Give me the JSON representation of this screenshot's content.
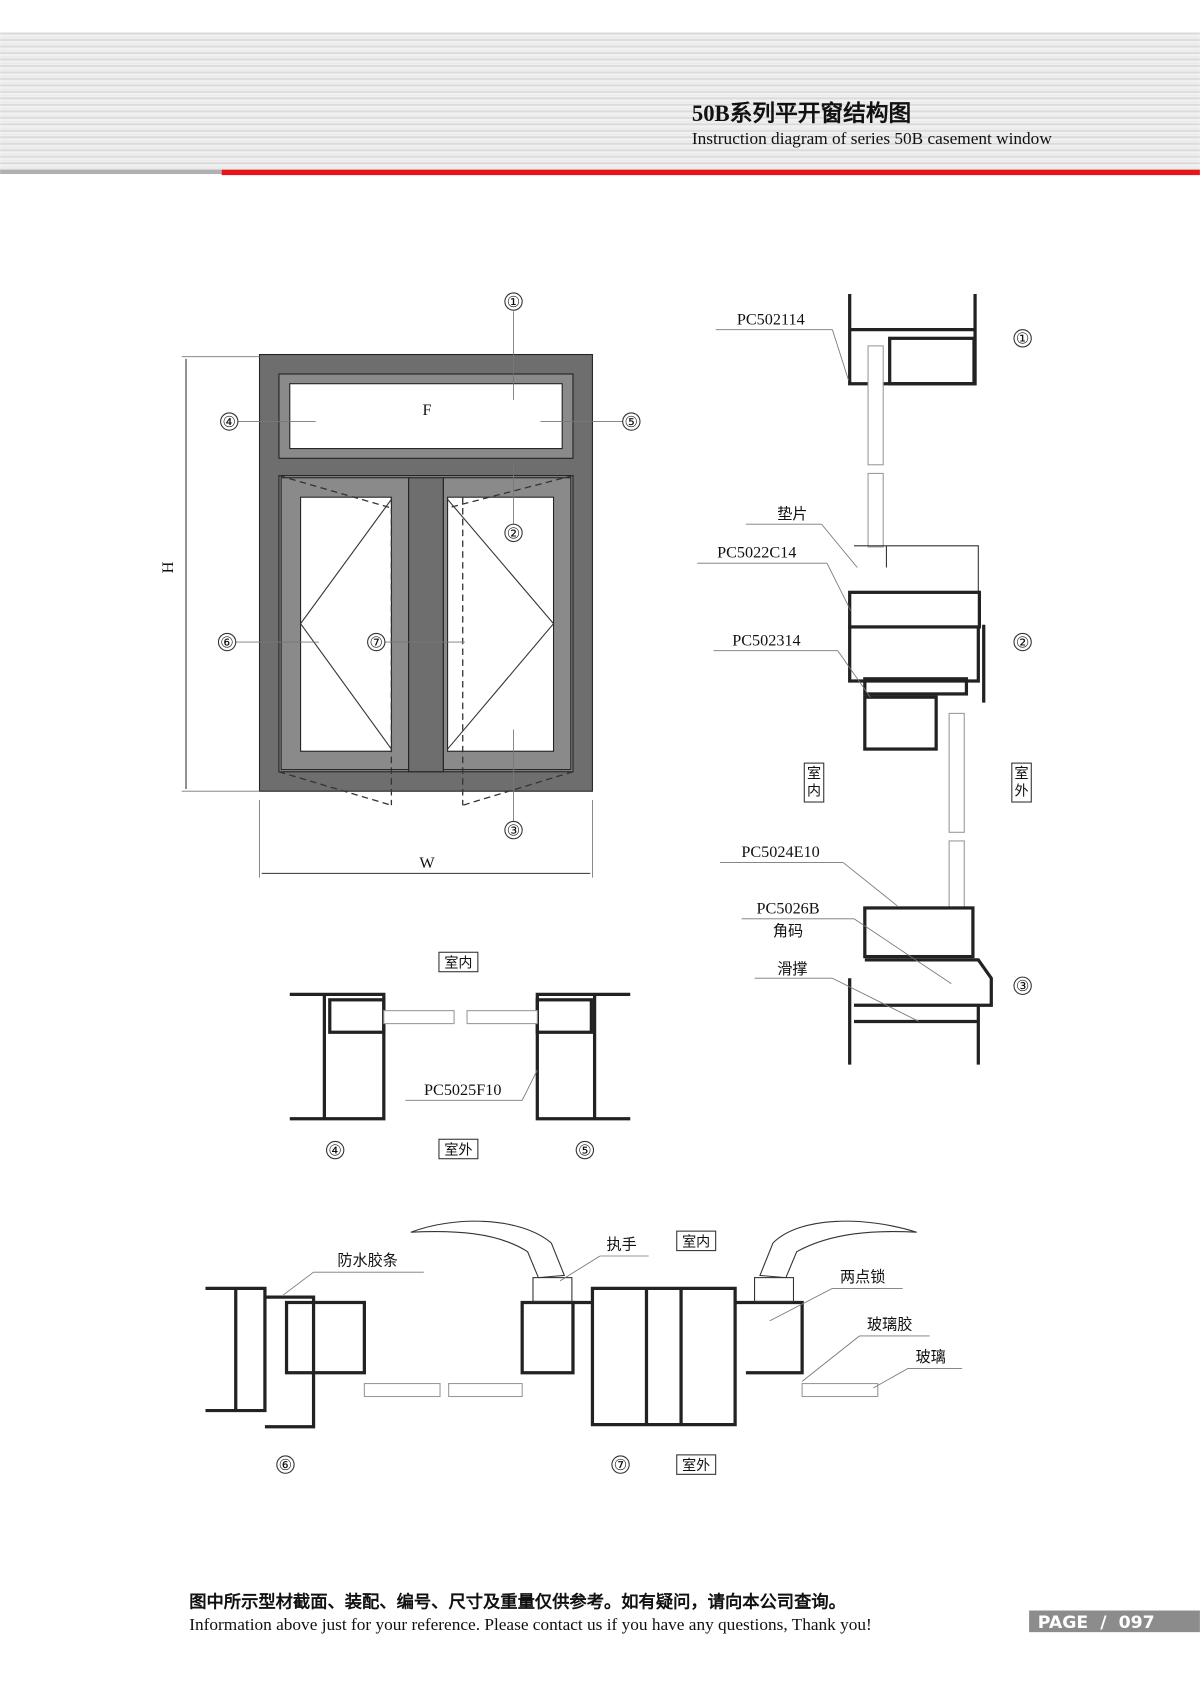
{
  "header": {
    "title_cn": "50B系列平开窗结构图",
    "title_en": "Instruction diagram of series 50B casement window",
    "accent_color": "#e8141c"
  },
  "elevation": {
    "markers": [
      "①",
      "②",
      "③",
      "④",
      "⑤",
      "⑥",
      "⑦"
    ],
    "fixed_label": "F",
    "height_label": "H",
    "width_label": "W"
  },
  "vertical_section": {
    "parts": [
      "PC502114",
      "垫片",
      "PC5022C14",
      "PC502314",
      "PC5024E10",
      "PC5026B",
      "角码",
      "滑撑"
    ],
    "indoor": "室内",
    "outdoor": "室外",
    "markers": [
      "①",
      "②",
      "③"
    ]
  },
  "side_section": {
    "indoor": "室内",
    "outdoor": "室外",
    "part": "PC5025F10",
    "markers": [
      "④",
      "⑤"
    ]
  },
  "horizontal_section": {
    "indoor": "室内",
    "outdoor": "室外",
    "parts": [
      "防水胶条",
      "执手",
      "两点锁",
      "玻璃胶",
      "玻璃"
    ],
    "markers": [
      "⑥",
      "⑦"
    ]
  },
  "footer": {
    "note_cn": "图中所示型材截面、装配、编号、尺寸及重量仅供参考。如有疑问，请向本公司查询。",
    "note_en": "Information above just for your reference. Please contact us if you have any questions, Thank you!",
    "page_label": "PAGE  /  097"
  }
}
